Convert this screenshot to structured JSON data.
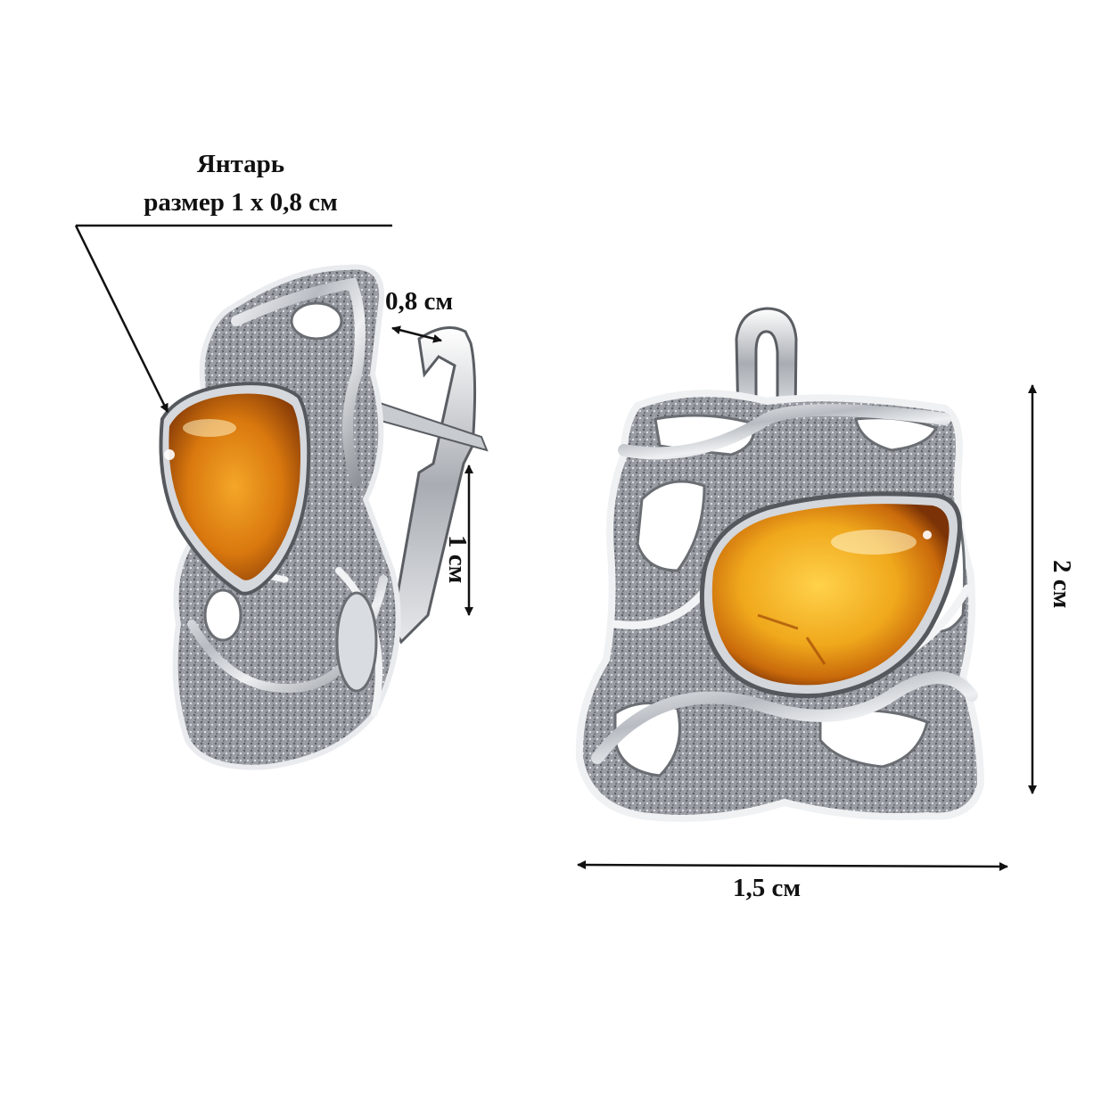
{
  "annotations": {
    "stone_name": "Янтарь",
    "stone_size": "размер 1 х 0,8 см",
    "depth": "0,8 см",
    "side_height": "1 см",
    "front_height": "2 см",
    "front_width": "1,5 см"
  },
  "product": {
    "items": [
      "earring-side-view",
      "earring-front-view"
    ]
  },
  "colors": {
    "silver": "#c9ccd0",
    "silver_dark": "#4a4d52",
    "amber": "#e8a21a",
    "amber_dark": "#b5560a",
    "ink": "#111111"
  }
}
